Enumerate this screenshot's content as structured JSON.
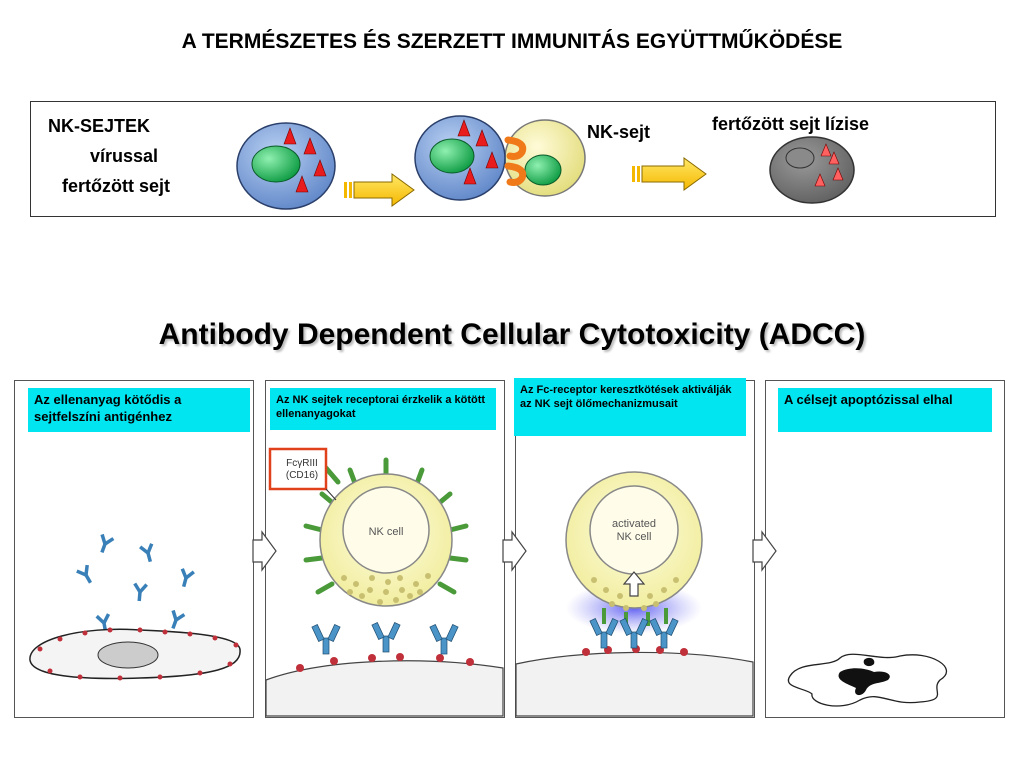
{
  "title": "A TERMÉSZETES ÉS SZERZETT IMMUNITÁS EGYÜTTMŰKÖDÉSE",
  "nk_section": {
    "label_main": "NK-SEJTEK",
    "label_line2": "vírussal",
    "label_line3": "fertőzött sejt",
    "nk_cell_label": "NK-sejt",
    "lysis_label": "fertőzött sejt lízise"
  },
  "adcc_title": "Antibody Dependent Cellular Cytotoxicity (ADCC)",
  "panels": [
    {
      "caption": "Az ellenanyag kötődis a sejtfelszíni antigénhez"
    },
    {
      "caption": "Az NK sejtek receptorai érzkelik a kötött ellenanyagokat",
      "receptor_label_1": "FcγRIII",
      "receptor_label_2": "(CD16)",
      "cell_label": "NK cell"
    },
    {
      "caption": "Az Fc-receptor keresztkötések aktiválják az NK sejt ölőmechanizmusait",
      "cell_label_1": "activated",
      "cell_label_2": "NK cell"
    },
    {
      "caption": "A célsejt apoptózissal elhal"
    }
  ],
  "colors": {
    "caption_bg": "#00e5f0",
    "infected_cell": "#7fa6df",
    "nucleus": "#1dbf5a",
    "nk_cell": "#f2efa0",
    "virus": "#e81c1c",
    "arrow": "#ffd21a",
    "lysed_cell": "#707070",
    "antibody": "#4a8fc0",
    "antigen": "#c0303a",
    "receptor": "#4a9a3a",
    "granule_glow": "#6a6af0"
  }
}
